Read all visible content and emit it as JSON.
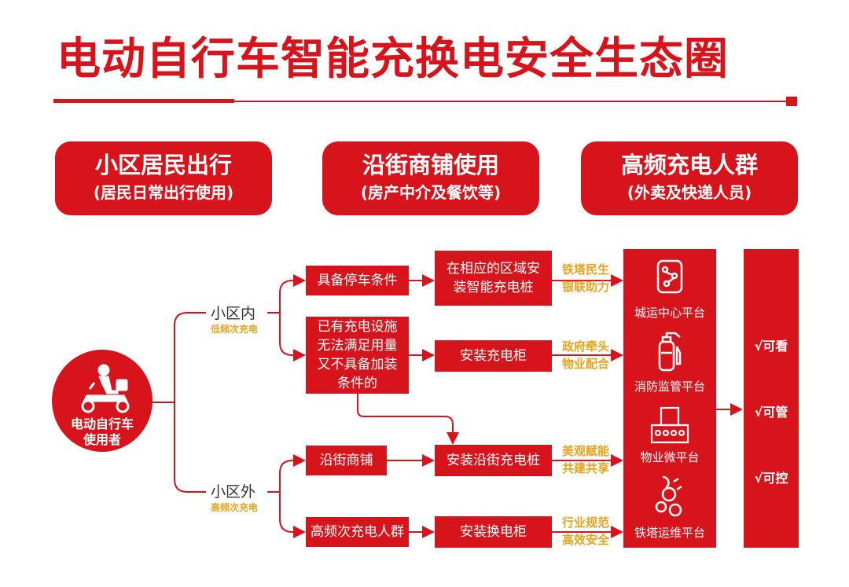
{
  "title": "电动自行车智能充换电安全生态圈",
  "categories": [
    {
      "main": "小区居民出行",
      "sub": "(居民日常出行使用)"
    },
    {
      "main": "沿街商铺使用",
      "sub": "(房产中介及餐饮等)"
    },
    {
      "main": "高频充电人群",
      "sub": "(外卖及快递人员)"
    }
  ],
  "user": {
    "label_line1": "电动自行车",
    "label_line2": "使用者"
  },
  "branches": [
    {
      "label": "小区内",
      "sub": "低频次充电"
    },
    {
      "label": "小区外",
      "sub": "高频次充电"
    }
  ],
  "conditions": {
    "parking": "具备停车条件",
    "existing": [
      "已有充电设施",
      "无法满足用量",
      "又不具备加装",
      "条件的"
    ],
    "street": "沿街商铺",
    "highfreq": "高频次充电人群"
  },
  "solutions": {
    "pile": [
      "在相应的区域安",
      "装智能充电桩"
    ],
    "cabinet": "安装充电柜",
    "street_pile": "安装沿街充电桩",
    "swap": "安装换电柜"
  },
  "notes": [
    [
      "铁塔民生",
      "银联助力"
    ],
    [
      "政府牵头",
      "物业配合"
    ],
    [
      "美观赋能",
      "共建共享"
    ],
    [
      "行业规范",
      "高效安全"
    ]
  ],
  "platforms": [
    "城运中心平台",
    "消防监管平台",
    "物业微平台",
    "铁塔运维平台"
  ],
  "results": [
    "√可看",
    "√可管",
    "√可控"
  ],
  "colors": {
    "brand": "#d7141c",
    "accent": "#e8a21c"
  }
}
